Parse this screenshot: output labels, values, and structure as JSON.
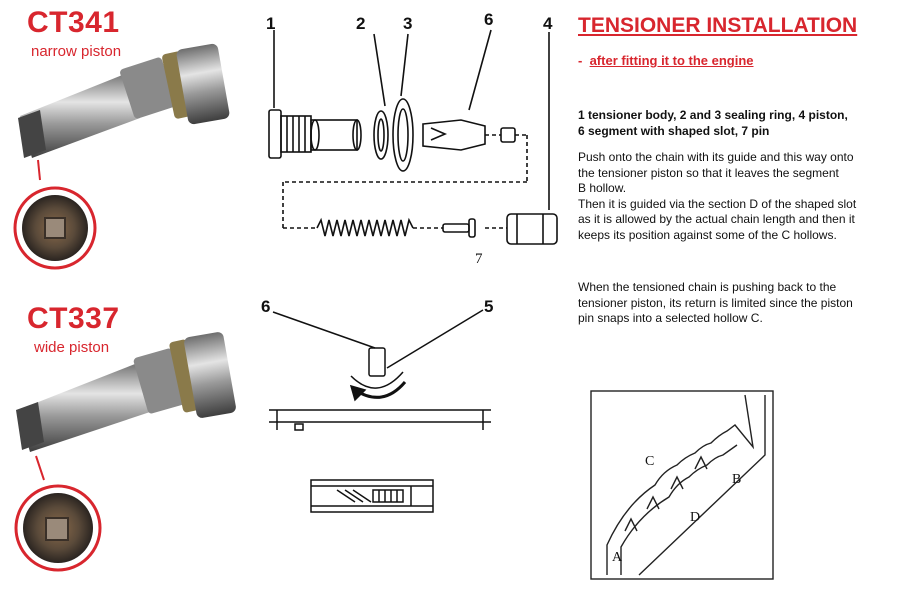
{
  "products": [
    {
      "code": "CT341",
      "piston": "narrow piston"
    },
    {
      "code": "CT337",
      "piston": "wide piston"
    }
  ],
  "heading": {
    "title": "TENSIONER INSTALLATION",
    "dash": "-",
    "subtitle": "after fitting it to the engine"
  },
  "legend": [
    "1 tensioner body, 2 and 3 sealing ring, 4 piston,",
    "6 segment with shaped slot, 7 pin"
  ],
  "paragraph1": [
    "Push onto the chain with its guide and this way onto",
    "the tensioner piston so that it leaves the segment",
    "B hollow.",
    "Then it is guided via the section D of the shaped slot",
    "as it is allowed by the actual chain length and then it",
    "keeps its position against some of the C hollows."
  ],
  "paragraph2": [
    "When the tensioned chain is pushing back to the",
    "tensioner piston, its return is limited since the piston",
    "pin snaps into a selected hollow C."
  ],
  "exploded_labels": [
    "1",
    "2",
    "3",
    "6",
    "4",
    "7"
  ],
  "detail_labels": [
    "6",
    "5"
  ],
  "slot_labels": [
    "C",
    "B",
    "D",
    "A"
  ],
  "colors": {
    "accent": "#d8262e"
  }
}
